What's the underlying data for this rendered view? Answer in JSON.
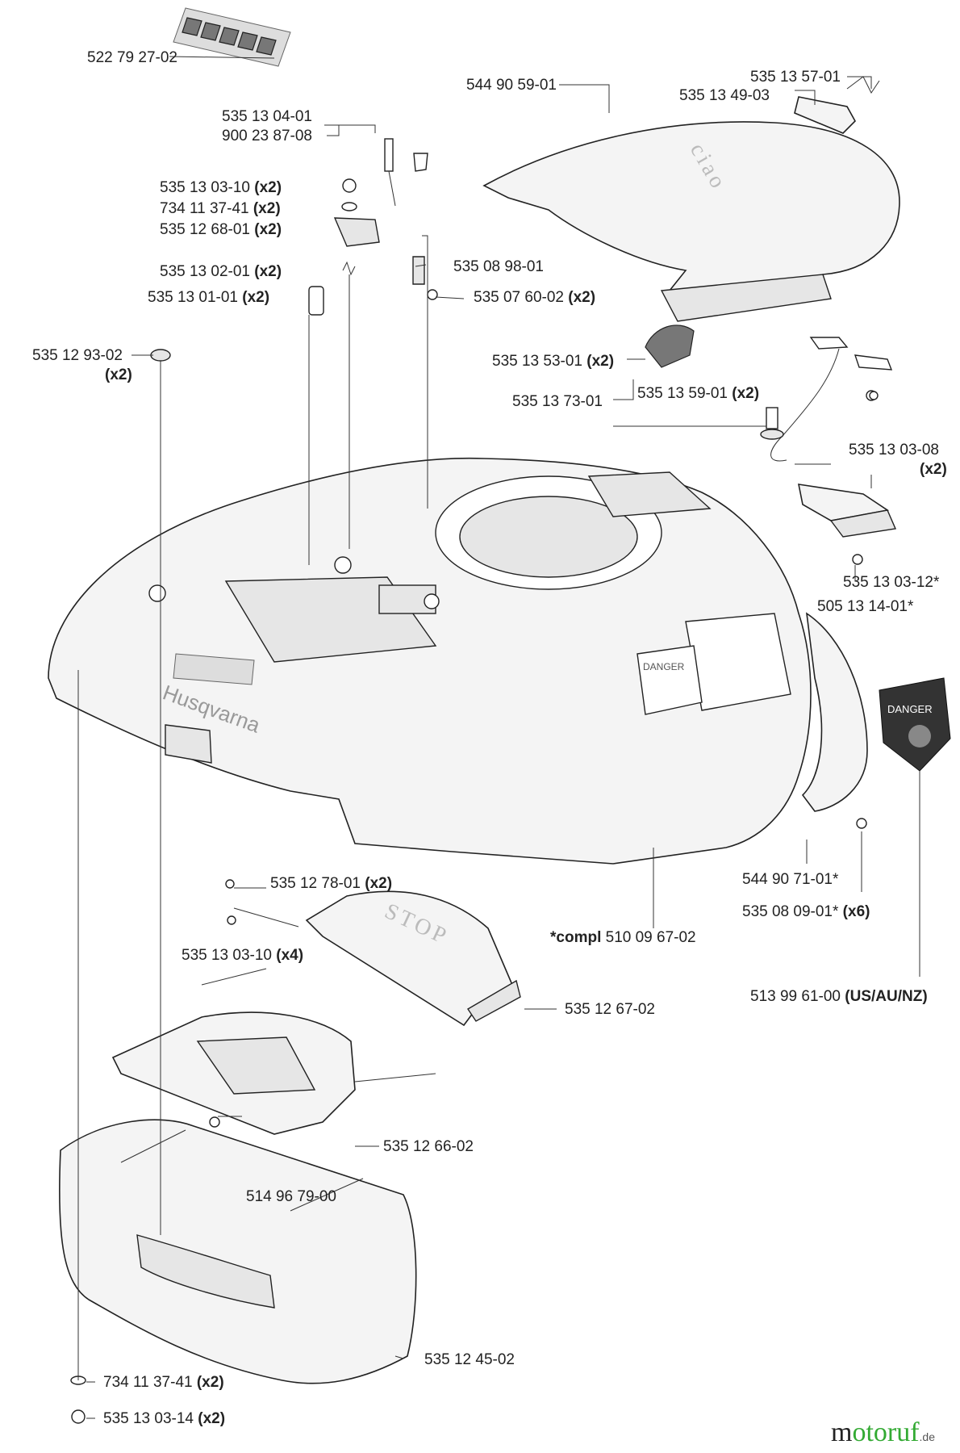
{
  "callouts": [
    {
      "part": "522 79 27-02",
      "qty": ""
    },
    {
      "part": "544 90 59-01",
      "qty": ""
    },
    {
      "part": "535 13 57-01",
      "qty": ""
    },
    {
      "part": "535 13 49-03",
      "qty": ""
    },
    {
      "part": "535 13 04-01",
      "qty": ""
    },
    {
      "part": "900 23 87-08",
      "qty": ""
    },
    {
      "part": "535 13 03-10",
      "qty": "(x2)"
    },
    {
      "part": "734 11 37-41",
      "qty": "(x2)"
    },
    {
      "part": "535 12 68-01",
      "qty": "(x2)"
    },
    {
      "part": "535 13 02-01",
      "qty": "(x2)"
    },
    {
      "part": "535 08 98-01",
      "qty": ""
    },
    {
      "part": "535 13 01-01",
      "qty": "(x2)"
    },
    {
      "part": "535 07 60-02",
      "qty": "(x2)"
    },
    {
      "part": "535 12 93-02",
      "qty": "(x2)"
    },
    {
      "part": "535 13 53-01",
      "qty": "(x2)"
    },
    {
      "part": "535 13 59-01",
      "qty": "(x2)"
    },
    {
      "part": "535 13 73-01",
      "qty": ""
    },
    {
      "part": "535 13 03-08",
      "qty": "(x2)"
    },
    {
      "part": "535 13 03-12*",
      "qty": ""
    },
    {
      "part": "505 13 14-01*",
      "qty": ""
    },
    {
      "part": "544 90 71-01*",
      "qty": ""
    },
    {
      "part": "535 08 09-01*",
      "qty": "(x6)"
    },
    {
      "part": "535 12 78-01",
      "qty": "(x2)"
    },
    {
      "part": "535 13 03-10",
      "qty": "(x4)"
    },
    {
      "part": "510 09 67-02",
      "qty": "*compl"
    },
    {
      "part": "535 12 67-02",
      "qty": ""
    },
    {
      "part": "513 99 61-00",
      "qty": "(US/AU/NZ)"
    },
    {
      "part": "535 12 66-02",
      "qty": ""
    },
    {
      "part": "514 96 79-00",
      "qty": ""
    },
    {
      "part": "535 12 45-02",
      "qty": ""
    },
    {
      "part": "734 11 37-41",
      "qty": "(x2)"
    },
    {
      "part": "535 13 03-14",
      "qty": "(x2)"
    }
  ],
  "labels": {
    "brand": "Husqvarna",
    "stop": "STOP",
    "danger": "DANGER"
  },
  "watermark": {
    "first": "m",
    "rest": "otoruf",
    "suffix": ".de"
  }
}
